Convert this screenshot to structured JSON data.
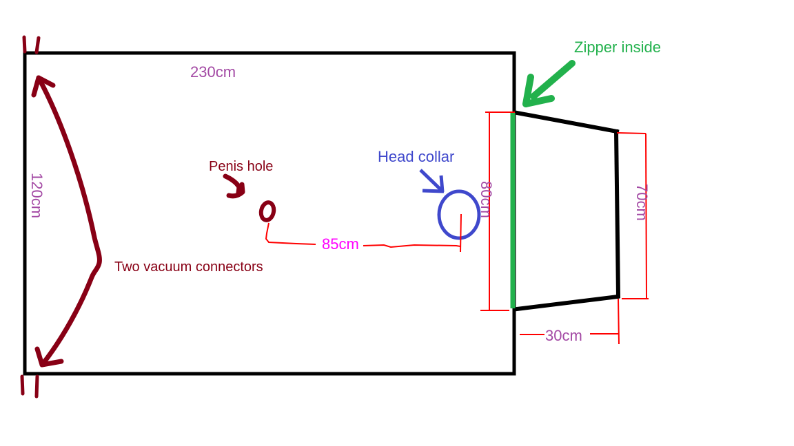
{
  "diagram": {
    "sheet": {
      "width_label": "230cm",
      "height_label": "120cm"
    },
    "features": {
      "penis_hole_label": "Penis hole",
      "vacuum_label": "Two vacuum connectors",
      "distance_label": "85cm",
      "head_collar_label": "Head collar"
    },
    "hood": {
      "zipper_label": "Zipper inside",
      "inner_height_label": "80cm",
      "outer_height_label": "70cm",
      "depth_label": "30cm"
    },
    "colors": {
      "background": "#FFFFFF",
      "black": "#000000",
      "dark_red": "#880015",
      "red": "#FF0000",
      "magenta": "#FF00FF",
      "purple": "#A349A4",
      "blue": "#3F48CC",
      "green": "#22B14C"
    }
  }
}
